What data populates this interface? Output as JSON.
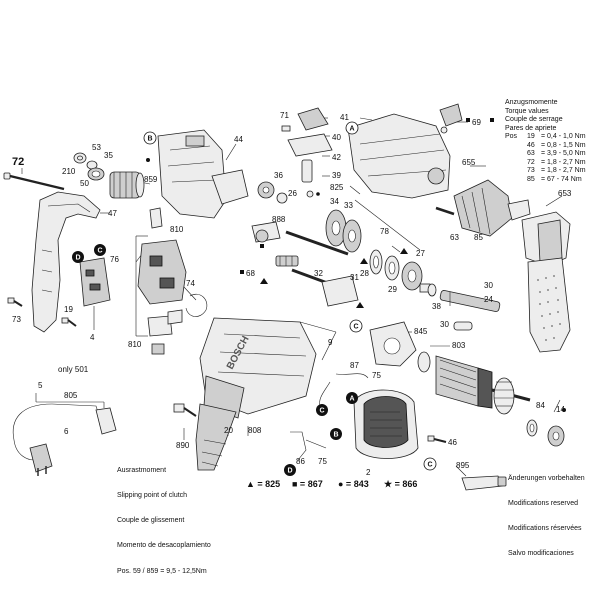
{
  "parts": {
    "p72": "72",
    "p53": "53",
    "p35": "35",
    "p210": "210",
    "p50": "50",
    "p859": "859",
    "p47": "47",
    "p44": "44",
    "p36": "36",
    "p26": "26",
    "p34": "34",
    "p33": "33",
    "p888": "888",
    "p810a": "810",
    "p76": "76",
    "p74": "74",
    "p68": "68",
    "p32": "32",
    "p31": "31",
    "p29": "29",
    "p28": "28",
    "p19": "19",
    "p73": "73",
    "p4": "4",
    "p810b": "810",
    "p9": "9",
    "p87": "87",
    "p75a": "75",
    "p20": "20",
    "p808": "808",
    "p890": "890",
    "p71": "71",
    "p41": "41",
    "p40": "40",
    "p42": "42",
    "p39": "39",
    "p825": "825",
    "p78": "78",
    "p27": "27",
    "p63": "63",
    "p85": "85",
    "p69": "69",
    "p655": "655",
    "p653": "653",
    "p30a": "30",
    "p24": "24",
    "p38": "38",
    "p30b": "30",
    "p845": "845",
    "p803": "803",
    "p84": "84",
    "p14": "14",
    "p46": "46",
    "p2": "2",
    "p86": "86",
    "p75b": "75",
    "p895": "895",
    "p5": "5",
    "p805": "805",
    "p6": "6"
  },
  "only501": "only 501",
  "circles": {
    "A": "A",
    "B": "B",
    "C": "C",
    "D": "D"
  },
  "legend": {
    "i825": "▲ = 825",
    "i867": "■ = 867",
    "i843": "● = 843",
    "i866": "★ = 866"
  },
  "torque": {
    "lines": [
      "Anzugsmomente",
      "Torque values",
      "Couple de serrage",
      "Pares de apriete"
    ],
    "pos_label": "Pos",
    "rows": [
      {
        "pos": "19",
        "range": "= 0,4 - 1,0 Nm"
      },
      {
        "pos": "46",
        "range": "= 0,8 - 1,5 Nm"
      },
      {
        "pos": "63",
        "range": "= 3,9 - 5,0 Nm"
      },
      {
        "pos": "72",
        "range": "= 1,8 - 2,7 Nm"
      },
      {
        "pos": "73",
        "range": "= 1,8 - 2,7 Nm"
      },
      {
        "pos": "85",
        "range": "= 67 - 74 Nm"
      }
    ]
  },
  "clutch": {
    "lines": [
      "Ausrastmoment",
      "Slipping point of clutch",
      "Couple de glissement",
      "Momento de desacoplamiento"
    ],
    "pos": "Pos. 59 / 859 = 9,5 - 12,5Nm"
  },
  "changes": {
    "lines": [
      "Änderungen vorbehalten",
      "Modifications reserved",
      "Modifications réservées",
      "Salvo modificaciones"
    ]
  },
  "brand": "BOSCH"
}
